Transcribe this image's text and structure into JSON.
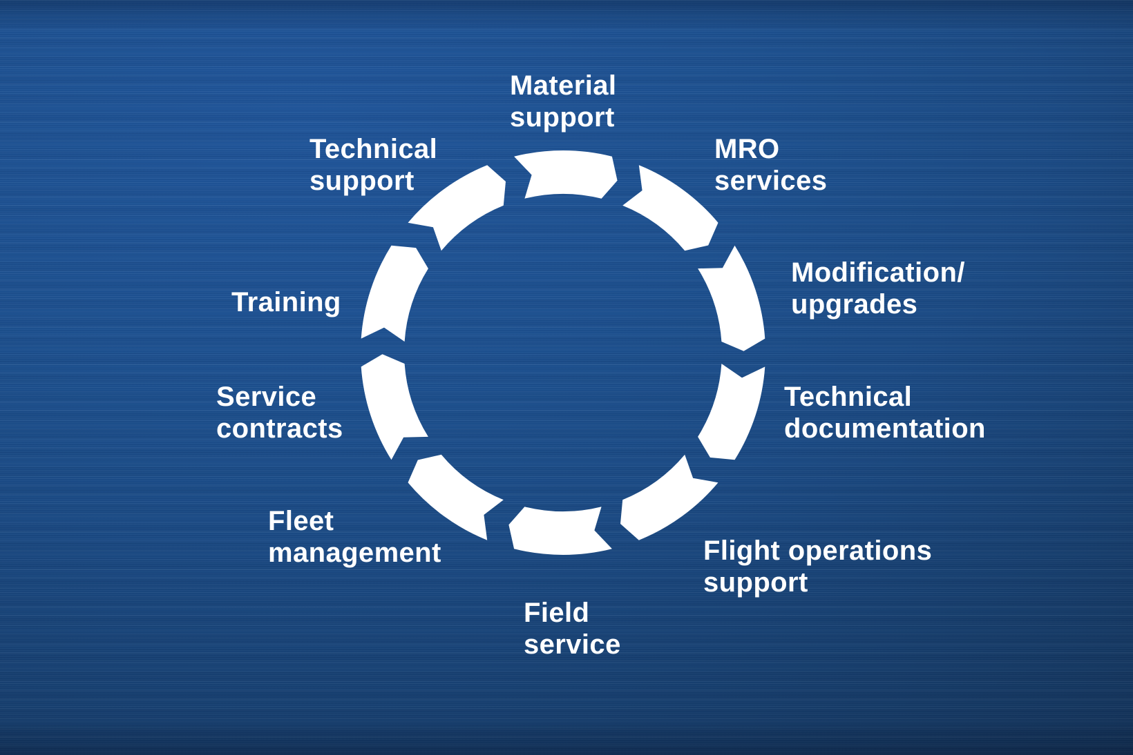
{
  "diagram": {
    "type": "cycle",
    "direction": "clockwise",
    "arrow_color": "#ffffff",
    "text_color": "#ffffff",
    "background_top_left_color": "#20569b",
    "background_bottom_right_color": "#102a4b",
    "items": [
      {
        "id": "material-support",
        "label": "Material\nsupport"
      },
      {
        "id": "mro-services",
        "label": "MRO\nservices"
      },
      {
        "id": "modification-upgrades",
        "label": "Modification/\nupgrades"
      },
      {
        "id": "technical-documentation",
        "label": "Technical\ndocumentation"
      },
      {
        "id": "flight-operations-support",
        "label": "Flight operations\nsupport"
      },
      {
        "id": "field-service",
        "label": "Field\nservice"
      },
      {
        "id": "fleet-management",
        "label": "Fleet\nmanagement"
      },
      {
        "id": "service-contracts",
        "label": "Service\ncontracts"
      },
      {
        "id": "training",
        "label": "Training"
      },
      {
        "id": "technical-support",
        "label": "Technical\nsupport"
      }
    ]
  }
}
